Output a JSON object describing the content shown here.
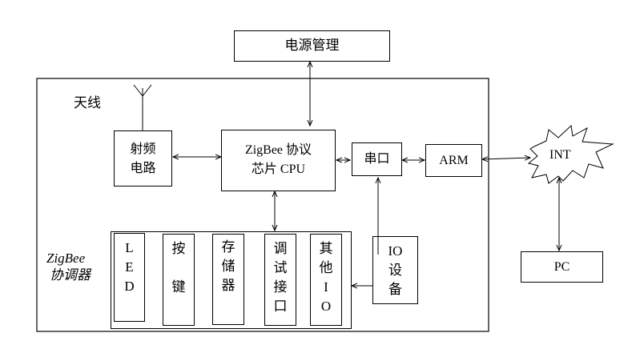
{
  "diagram": {
    "power_management": "电源管理",
    "antenna_label": "天线",
    "rf_circuit": [
      "射频",
      "电路"
    ],
    "zigbee_cpu": [
      "ZigBee 协议",
      "芯片 CPU"
    ],
    "serial_port": "串口",
    "arm": "ARM",
    "internet": "INT",
    "pc": "PC",
    "coordinator_label": [
      "ZigBee",
      "协调器"
    ],
    "peripherals": [
      {
        "id": "led",
        "chars": [
          "L",
          "E",
          "D"
        ]
      },
      {
        "id": "key",
        "chars": [
          "按",
          "",
          "键"
        ]
      },
      {
        "id": "storage",
        "chars": [
          "存",
          "储",
          "器"
        ]
      },
      {
        "id": "debug",
        "chars": [
          "调",
          "试",
          "接",
          "口"
        ]
      },
      {
        "id": "other-io",
        "chars": [
          "其",
          "他",
          "I",
          "O"
        ]
      }
    ],
    "io_device": [
      "IO",
      "设",
      "备"
    ]
  }
}
